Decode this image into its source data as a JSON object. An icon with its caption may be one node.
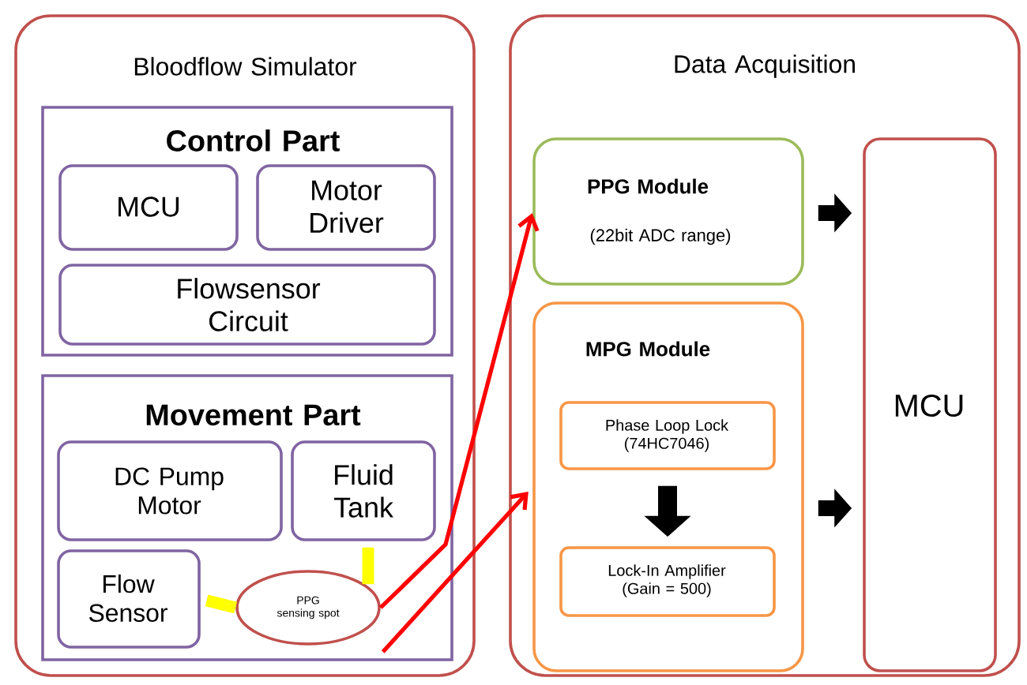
{
  "diagram": {
    "nodes": [
      {
        "text": [
          "Bloodflow Simulator"
        ]
      },
      {
        "text": [
          "Control Part"
        ],
        "in": 0
      },
      {
        "text": [
          "MCU"
        ],
        "in": 1
      },
      {
        "text": [
          "Motor Driver"
        ],
        "in": 1
      },
      {
        "text": [
          "Flowsensor Circuit"
        ],
        "in": 1
      },
      {
        "text": [
          "Movement Part"
        ],
        "in": 0
      },
      {
        "text": [
          "DC Pump Motor"
        ],
        "in": 5
      },
      {
        "text": [
          "Fluid Tank"
        ],
        "in": 5
      },
      {
        "text": [
          "Flow Sensor"
        ],
        "in": 5
      },
      {
        "text": [
          "PPG sensing spot"
        ],
        "in": 5
      },
      {
        "text": [
          "Data Acquisition"
        ]
      },
      {
        "text": [
          "PPG Module",
          "(22bit ADC range)"
        ],
        "in": 10
      },
      {
        "text": [
          "MPG Module"
        ],
        "in": 10
      },
      {
        "text": [
          "Phase Loop Lock (74HC7046)"
        ],
        "in": 12
      },
      {
        "text": [
          "Lock-In Amplifier (Gain = 500)"
        ],
        "in": 12
      },
      {
        "text": [
          "MCU"
        ],
        "in": 10
      }
    ],
    "edges": [
      {
        "from": 9,
        "to": 11,
        "arrow": "to",
        "color": "#ff0000"
      },
      {
        "from": 5,
        "to": 12,
        "arrow": "to",
        "color": "#ff0000"
      },
      {
        "from": 13,
        "to": 14,
        "arrow": "to",
        "color": "#000000"
      },
      {
        "from": 11,
        "to": 15,
        "arrow": "to",
        "color": "#000000"
      },
      {
        "from": 12,
        "to": 15,
        "arrow": "to",
        "color": "#000000"
      },
      {
        "from": 8,
        "to": 9,
        "arrow": "none",
        "color": "#ffff00"
      },
      {
        "from": 7,
        "to": 9,
        "arrow": "none",
        "color": "#ffff00"
      }
    ]
  }
}
